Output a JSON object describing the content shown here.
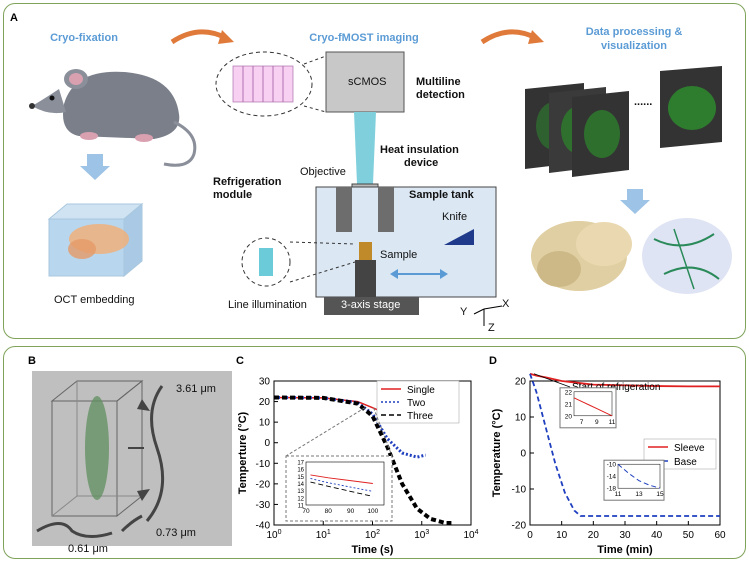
{
  "panelA": {
    "label": "A",
    "headings": {
      "cryo_fixation": "Cryo-fixation",
      "cryo_fmost": "Cryo-fMOST imaging",
      "data_processing": "Data processing &",
      "visualization": "visualization"
    },
    "oct_embedding": "OCT embedding",
    "scmos": "sCMOS",
    "multiline": "Multiline",
    "detection": "detection",
    "objective": "Objective",
    "heat_insulation_1": "Heat insulation",
    "heat_insulation_2": "device",
    "refrigeration_1": "Refrigeration",
    "refrigeration_2": "module",
    "sample_tank": "Sample tank",
    "knife": "Knife",
    "sample": "Sample",
    "line_illumination": "Line illumination",
    "stage": "3-axis stage",
    "axis_x": "X",
    "axis_y": "Y",
    "axis_z": "Z",
    "dots": "......"
  },
  "panelB": {
    "label": "B",
    "dim_z": "3.61 μm",
    "dim_x": "0.61 μm",
    "dim_y": "0.73 μm"
  },
  "panelC": {
    "label": "C",
    "ylabel": "Temperture (°C)",
    "xlabel": "Time (s)",
    "legend": [
      "Single",
      "Two",
      "Three"
    ]
  },
  "panelD": {
    "label": "D",
    "ylabel": "Temperature (°C)",
    "xlabel": "Time (min)",
    "annotation": "Start of refrigeration",
    "legend": [
      "Sleeve",
      "Base"
    ]
  },
  "chart_data": [
    {
      "type": "line",
      "panel": "C",
      "xscale": "log",
      "xlim": [
        1,
        10000
      ],
      "ylim": [
        -40,
        30
      ],
      "xticks": [
        "10^0",
        "10^1",
        "10^2",
        "10^3",
        "10^4"
      ],
      "yticks": [
        30,
        20,
        10,
        0,
        -10,
        -20,
        -30,
        -40
      ],
      "xlabel": "Time (s)",
      "ylabel": "Temperture (°C)",
      "series": [
        {
          "name": "Single",
          "color": "#e02020",
          "style": "solid",
          "x": [
            1,
            10,
            50,
            100,
            200,
            350
          ],
          "y": [
            22,
            21.8,
            20,
            17,
            14,
            12
          ]
        },
        {
          "name": "Two",
          "color": "#1f3fbf",
          "style": "dotted",
          "x": [
            1,
            10,
            50,
            100,
            200,
            400,
            800,
            1200
          ],
          "y": [
            22,
            21.8,
            19.5,
            14,
            2,
            -5,
            -7,
            -6
          ]
        },
        {
          "name": "Three",
          "color": "#000000",
          "style": "dashed",
          "x": [
            1,
            10,
            50,
            100,
            200,
            400,
            800,
            1500,
            3000,
            4000
          ],
          "y": [
            22,
            21.8,
            19,
            13,
            -2,
            -20,
            -32,
            -37,
            -39,
            -39
          ]
        }
      ],
      "inset": {
        "xlim": [
          70,
          105
        ],
        "ylim": [
          11,
          17
        ],
        "xticks": [
          70,
          80,
          90,
          100
        ],
        "yticks": [
          17,
          16,
          15,
          14,
          13,
          12,
          11
        ],
        "series": [
          {
            "name": "Single",
            "x": [
              72,
              80,
              90,
              100
            ],
            "y": [
              15.2,
              14.8,
              14.4,
              14.0
            ]
          },
          {
            "name": "Two",
            "x": [
              72,
              80,
              90,
              100
            ],
            "y": [
              14.7,
              14.1,
              13.5,
              12.9
            ]
          },
          {
            "name": "Three",
            "x": [
              72,
              80,
              90,
              100
            ],
            "y": [
              14.2,
              13.6,
              12.9,
              12.2
            ]
          }
        ]
      }
    },
    {
      "type": "line",
      "panel": "D",
      "xlim": [
        0,
        60
      ],
      "ylim": [
        -20,
        20
      ],
      "xticks": [
        0,
        10,
        20,
        30,
        40,
        50,
        60
      ],
      "yticks": [
        20,
        10,
        0,
        -10,
        -20
      ],
      "xlabel": "Time (min)",
      "ylabel": "Temperature (°C)",
      "series": [
        {
          "name": "Sleeve",
          "color": "#e02020",
          "style": "solid",
          "x": [
            0,
            2,
            5,
            10,
            15,
            20,
            30,
            40,
            50,
            60
          ],
          "y": [
            22,
            21.5,
            21,
            20,
            19.5,
            19,
            18.8,
            18.6,
            18.5,
            18.5
          ]
        },
        {
          "name": "Base",
          "color": "#1f3fbf",
          "style": "dashed",
          "x": [
            0,
            2,
            5,
            8,
            11,
            14,
            16,
            20,
            30,
            40,
            50,
            60
          ],
          "y": [
            22,
            17,
            7,
            -3,
            -11,
            -16,
            -17.5,
            -17.5,
            -17.5,
            -17.5,
            -17.5,
            -17.5
          ]
        }
      ],
      "insets": [
        {
          "xticks": [
            7,
            9,
            11
          ],
          "yticks": [
            22,
            21,
            20
          ],
          "x": [
            6,
            7,
            8,
            9,
            10,
            11
          ],
          "y": [
            21.5,
            21.2,
            20.9,
            20.6,
            20.3,
            20.0
          ]
        },
        {
          "xticks": [
            11,
            13,
            15
          ],
          "yticks": [
            -10,
            -14,
            -18
          ],
          "x": [
            11,
            12,
            13,
            14,
            15
          ],
          "y": [
            -10,
            -13,
            -15.5,
            -17,
            -18
          ]
        }
      ]
    }
  ]
}
